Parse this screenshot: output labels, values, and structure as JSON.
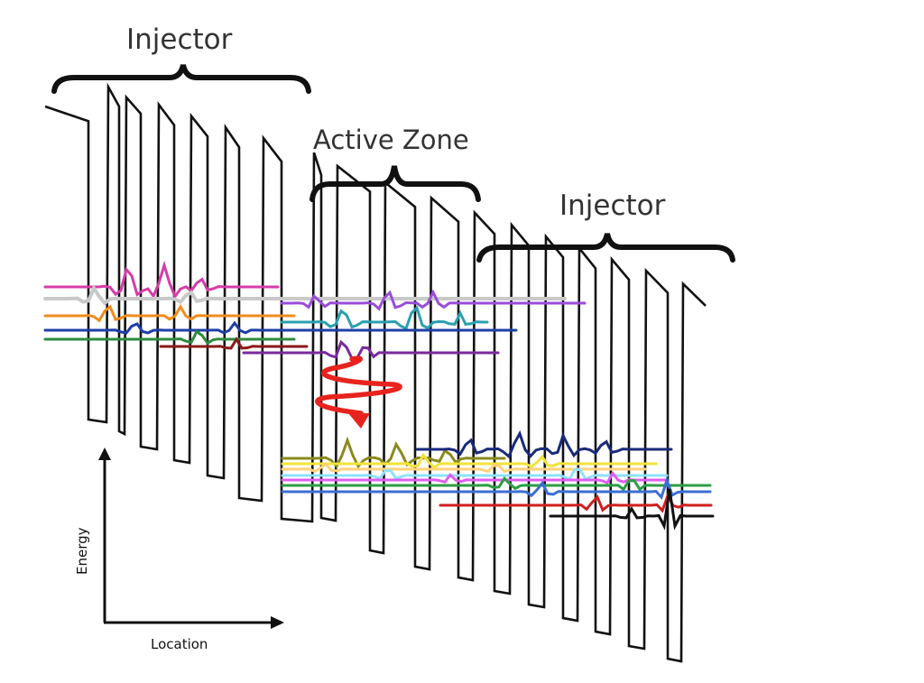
{
  "labels": {
    "injector_left": "Injector",
    "active_zone": "Active Zone",
    "injector_right": "Injector",
    "axis_y": "Energy",
    "axis_x": "Location"
  },
  "colors": {
    "band": "#111111",
    "photon": "#e8231d",
    "text": "#333333"
  },
  "icons": {
    "photon_emission": "wavy-arrow-down-icon"
  },
  "wave_colors": {
    "upper": [
      "#d63ca8",
      "#c9c9c9",
      "#9a4dd8",
      "#f08c1e",
      "#2aa0b0",
      "#1f3fa8",
      "#2e8b3e",
      "#8b1a1a",
      "#7a2a9a"
    ],
    "lower": [
      "#8a8a1e",
      "#f2e33a",
      "#ffd27a",
      "#8fe0ff",
      "#e05cf0",
      "#2d9e45",
      "#3b6fd4",
      "#d21e1e",
      "#1a2a7a",
      "#111111"
    ]
  }
}
